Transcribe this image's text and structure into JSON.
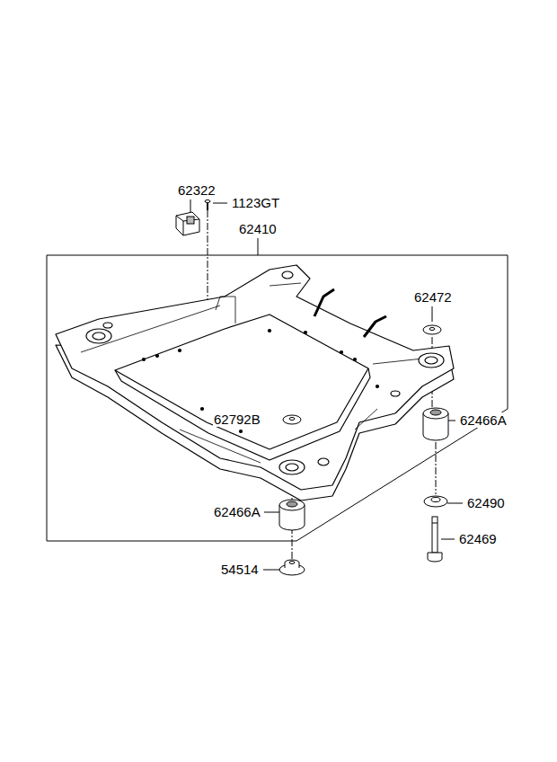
{
  "diagram": {
    "labels": [
      "62322",
      "1123GT",
      "62410",
      "62472",
      "62792B",
      "62466A",
      "62466A",
      "62490",
      "62469",
      "54514"
    ]
  }
}
